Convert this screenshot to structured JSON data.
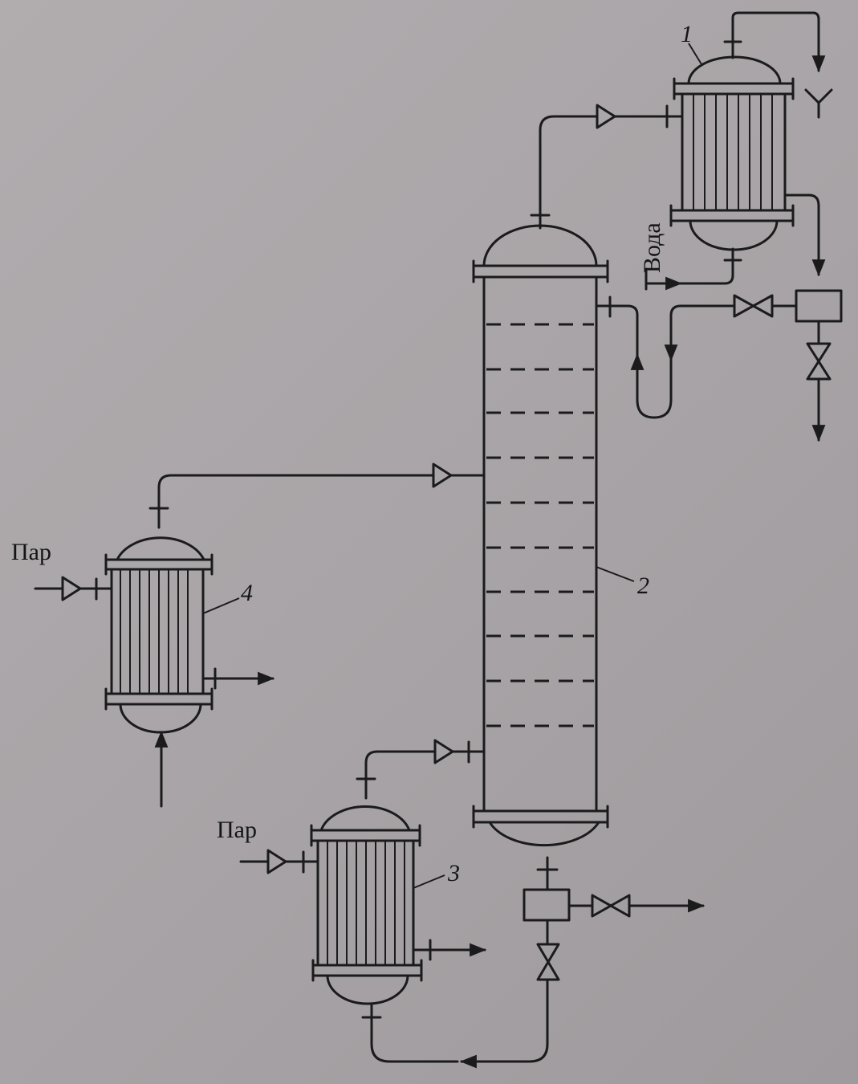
{
  "labels": {
    "steam_left": "Пар",
    "steam_bottom": "Пар",
    "water": "Вода",
    "condenser_num": "1",
    "column_num": "2",
    "boiler_num": "3",
    "heater_num": "4"
  }
}
